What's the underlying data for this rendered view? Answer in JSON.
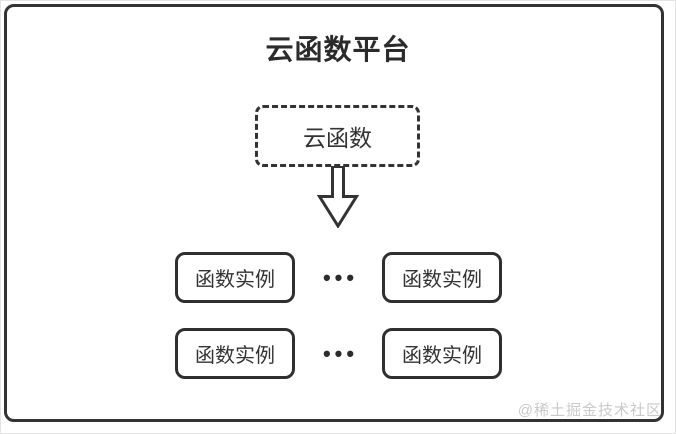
{
  "diagram": {
    "title": "云函数平台",
    "cloud_function": {
      "label": "云函数"
    },
    "rows": [
      {
        "left": "函数实例",
        "dots": "•••",
        "right": "函数实例"
      },
      {
        "left": "函数实例",
        "dots": "•••",
        "right": "函数实例"
      }
    ],
    "watermark": "@稀土掘金技术社区",
    "colors": {
      "border": "#333333",
      "text": "#2b2b2b",
      "watermark": "#c9c9c9",
      "background": "#ffffff"
    }
  }
}
